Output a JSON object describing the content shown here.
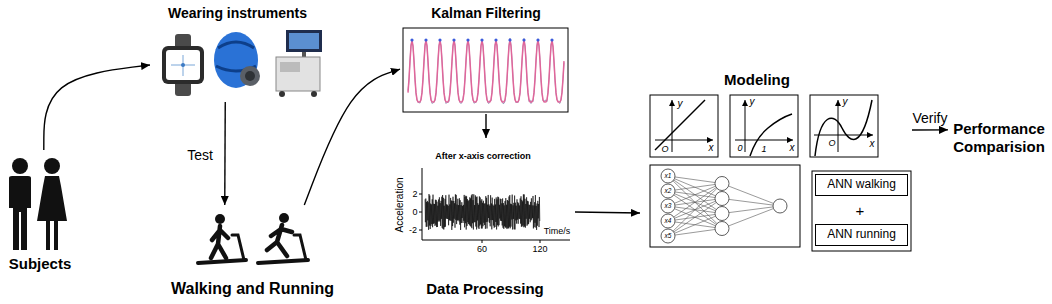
{
  "diagram": {
    "nodes": [
      {
        "text": [
          "Subjects"
        ]
      },
      {
        "text": [
          "Wearing instruments"
        ]
      },
      {
        "text": [
          "Walking and Running"
        ]
      },
      {
        "text": [
          "Kalman Filtering"
        ]
      },
      {
        "text": [
          "Data Processing"
        ]
      },
      {
        "text": [
          "Modeling"
        ]
      },
      {
        "text": [
          "ANN walking"
        ],
        "in": 5
      },
      {
        "text": [
          "ANN running"
        ],
        "in": 5
      },
      {
        "text": [
          "Performance Comparision"
        ]
      }
    ],
    "edges": [
      {
        "from": 0,
        "to": 1,
        "arrow": "to"
      },
      {
        "from": 1,
        "to": 2,
        "label": "Test",
        "arrow": "to"
      },
      {
        "from": 2,
        "to": 3,
        "arrow": "to"
      },
      {
        "from": 3,
        "to": 4,
        "arrow": "to"
      },
      {
        "from": 4,
        "to": 5,
        "arrow": "to"
      },
      {
        "from": 5,
        "to": 8,
        "label": "Verify",
        "arrow": "to"
      }
    ],
    "labels": [
      "After x-axis correction",
      "Acceleration",
      "2",
      "0",
      "-2",
      "60",
      "120",
      "Time/s",
      "y",
      "O",
      "x",
      "y",
      "0",
      "1",
      "x",
      "y",
      "O",
      "x",
      "x1",
      "x2",
      "x3",
      "x4",
      "x5",
      "+"
    ]
  }
}
